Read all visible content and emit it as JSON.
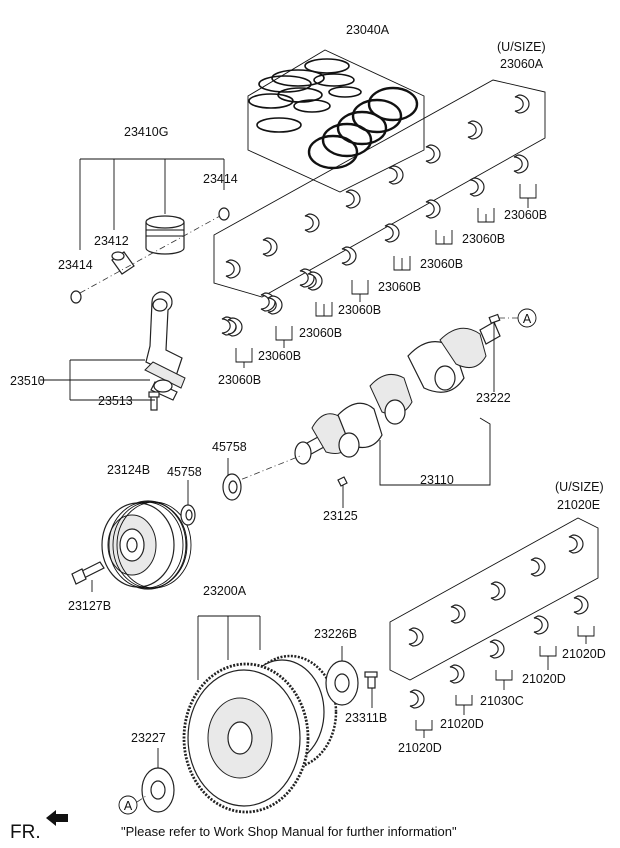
{
  "labels": {
    "piston_rings": "23040A",
    "undersize_main_top": "(U/SIZE)",
    "main_bearing_set": "23060A",
    "piston_assy": "23410G",
    "snap_ring_right": "23414",
    "snap_ring_left": "23414",
    "piston_pin": "23412",
    "conrod_assy": "23510",
    "conrod_bolt": "23513",
    "conrod_bearing_1": "23060B",
    "conrod_bearing_2": "23060B",
    "conrod_bearing_3": "23060B",
    "conrod_bearing_4": "23060B",
    "conrod_bearing_5": "23060B",
    "conrod_bearing_6": "23060B",
    "conrod_bearing_7": "23060B",
    "conrod_bearing_8": "23060B",
    "pin_222": "23222",
    "crankshaft": "23110",
    "key": "23125",
    "washer_a": "45758",
    "washer_b": "45758",
    "damper_pulley": "23124B",
    "pulley_bolt": "23127B",
    "undersize_thrust": "(U/SIZE)",
    "thrust_set": "21020E",
    "flywheel": "23200A",
    "adapter_plate": "23226B",
    "flywheel_bolt": "23311B",
    "spacer": "23227",
    "thrust_1": "21020D",
    "thrust_2": "21020D",
    "thrust_3": "21020D",
    "thrust_4": "21020D",
    "thrust_c": "21030C",
    "ref_a_top": "A",
    "ref_a_bottom": "A"
  },
  "footer": {
    "fr": "FR.",
    "note": "\"Please refer to Work Shop Manual for further information\""
  },
  "icons": [
    "front-arrow-icon"
  ]
}
